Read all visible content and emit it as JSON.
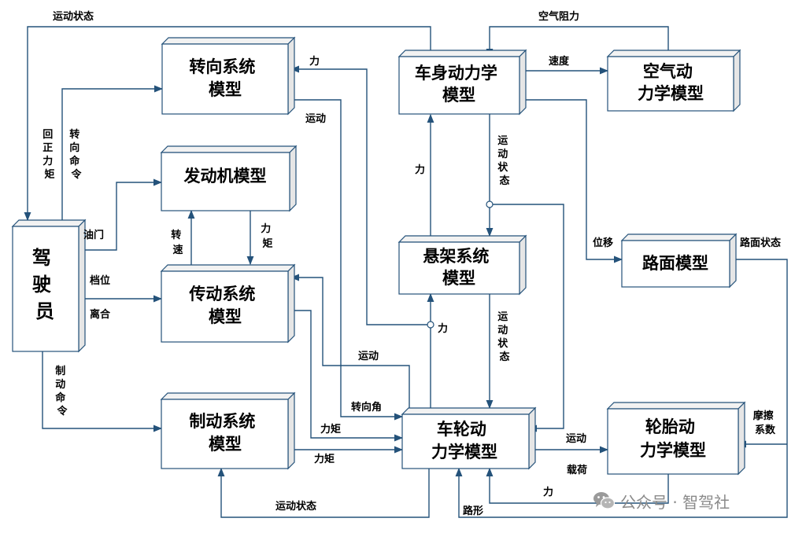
{
  "boxes": {
    "steering": [
      "转向系统",
      "模型"
    ],
    "engine": [
      "发动机模型"
    ],
    "transmission": [
      "传动系统",
      "模型"
    ],
    "brake": [
      "制动系统",
      "模型"
    ],
    "body": [
      "车身动力学",
      "模型"
    ],
    "aero": [
      "空气动",
      "力学模型"
    ],
    "suspension": [
      "悬架系统",
      "模型"
    ],
    "road": [
      "路面模型"
    ],
    "wheel": [
      "车轮动",
      "力学模型"
    ],
    "tire": [
      "轮胎动",
      "力学模型"
    ],
    "driver": [
      "驾",
      "驶",
      "员"
    ]
  },
  "labels": {
    "motion_state_top": "运动状态",
    "air_resistance": "空气阻力",
    "force_body_steer": "力",
    "speed": "速度",
    "motion_steer": "运动",
    "return_torque": [
      "回",
      "正",
      "力",
      "矩"
    ],
    "steer_command": [
      "转",
      "向",
      "命",
      "令"
    ],
    "force_left_vert": "力",
    "motion_state_body": [
      "运",
      "动",
      "状",
      "态"
    ],
    "throttle": "油门",
    "rot_speed": [
      "转",
      "速"
    ],
    "torque_engine": [
      "力",
      "矩"
    ],
    "displacement": "位移",
    "road_state": "路面状态",
    "gear": "档位",
    "clutch": "离合",
    "force_mid": "力",
    "motion_state_susp": [
      "运",
      "动",
      "状",
      "态"
    ],
    "brake_command": [
      "制",
      "动",
      "命",
      "令"
    ],
    "motion_trans": "运动",
    "steer_angle": "转向角",
    "friction_coef": [
      "摩擦",
      "系数"
    ],
    "torque_trans": "力矩",
    "motion_tire": "运动",
    "torque_brake": "力矩",
    "load": "载荷",
    "force_bottom": "力",
    "motion_state_bottom": "运动状态",
    "road_shape": "路形"
  },
  "watermark": {
    "text": "公众号 · 智驾社"
  }
}
